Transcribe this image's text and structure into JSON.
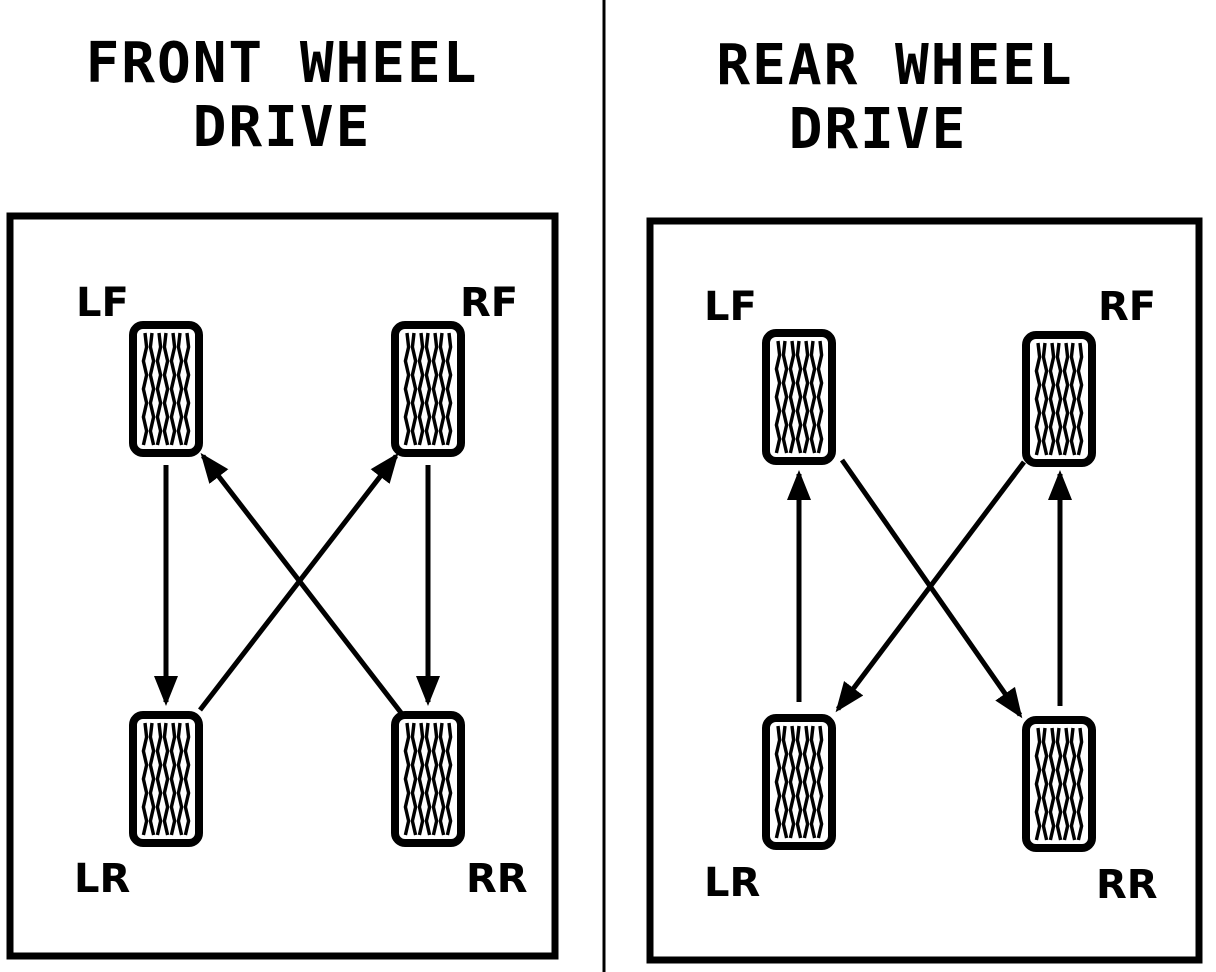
{
  "colors": {
    "ink": "#000000",
    "paper": "#ffffff"
  },
  "panels": [
    {
      "id": "front",
      "heading_line1": "FRONT WHEEL",
      "heading_line2": "DRIVE",
      "labels": {
        "lf": "LF",
        "rf": "RF",
        "lr": "LR",
        "rr": "RR"
      }
    },
    {
      "id": "rear",
      "heading_line1": "REAR WHEEL",
      "heading_line2": "DRIVE",
      "labels": {
        "lf": "LF",
        "rf": "RF",
        "lr": "LR",
        "rr": "RR"
      }
    }
  ]
}
